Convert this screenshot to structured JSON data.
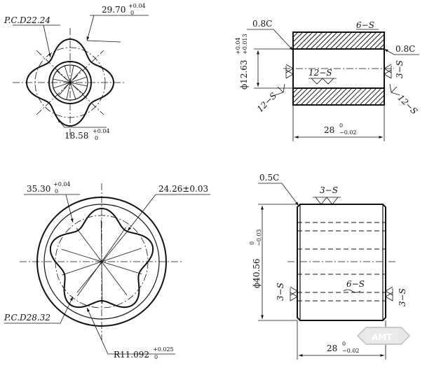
{
  "views": {
    "top_left": {
      "pcd_label": "P.C.D22.24",
      "dim_top": "29.70",
      "dim_top_tol": "+0.04",
      "dim_top_tol_low": "0",
      "dim_bottom": "18.58",
      "dim_bottom_tol": "+0.04",
      "dim_bottom_tol_low": "0"
    },
    "top_right": {
      "chamfer_left": "0.8C",
      "chamfer_right": "0.8C",
      "finish_top": "6−S",
      "finish_inner": "12−S",
      "finish_left": "12−S",
      "finish_right_vert": "3−S",
      "finish_right_diag": "12−S",
      "dia_label": "ϕ12.63",
      "dia_tol_up": "+0.04",
      "dia_tol_low": "+0.013",
      "length": "28",
      "length_tol_up": "0",
      "length_tol_low": "−0.02"
    },
    "bottom_left": {
      "dim_a": "35.30",
      "dim_a_tol_up": "+0.04",
      "dim_a_tol_low": "0",
      "dim_b": "24.26±0.03",
      "pcd_label": "P.C.D28.32",
      "radius": "R11.092",
      "radius_tol_up": "+0.025",
      "radius_tol_low": "0"
    },
    "bottom_right": {
      "chamfer": "0.5C",
      "finish_top": "3−S",
      "finish_mid": "6−S",
      "finish_left": "3−S",
      "finish_right": "3−S",
      "dia_label": "ϕ40.56",
      "dia_tol_up": "0",
      "dia_tol_low": "−0.03",
      "length": "28",
      "length_tol_up": "0",
      "length_tol_low": "−0.02"
    }
  },
  "watermark": "AMT"
}
